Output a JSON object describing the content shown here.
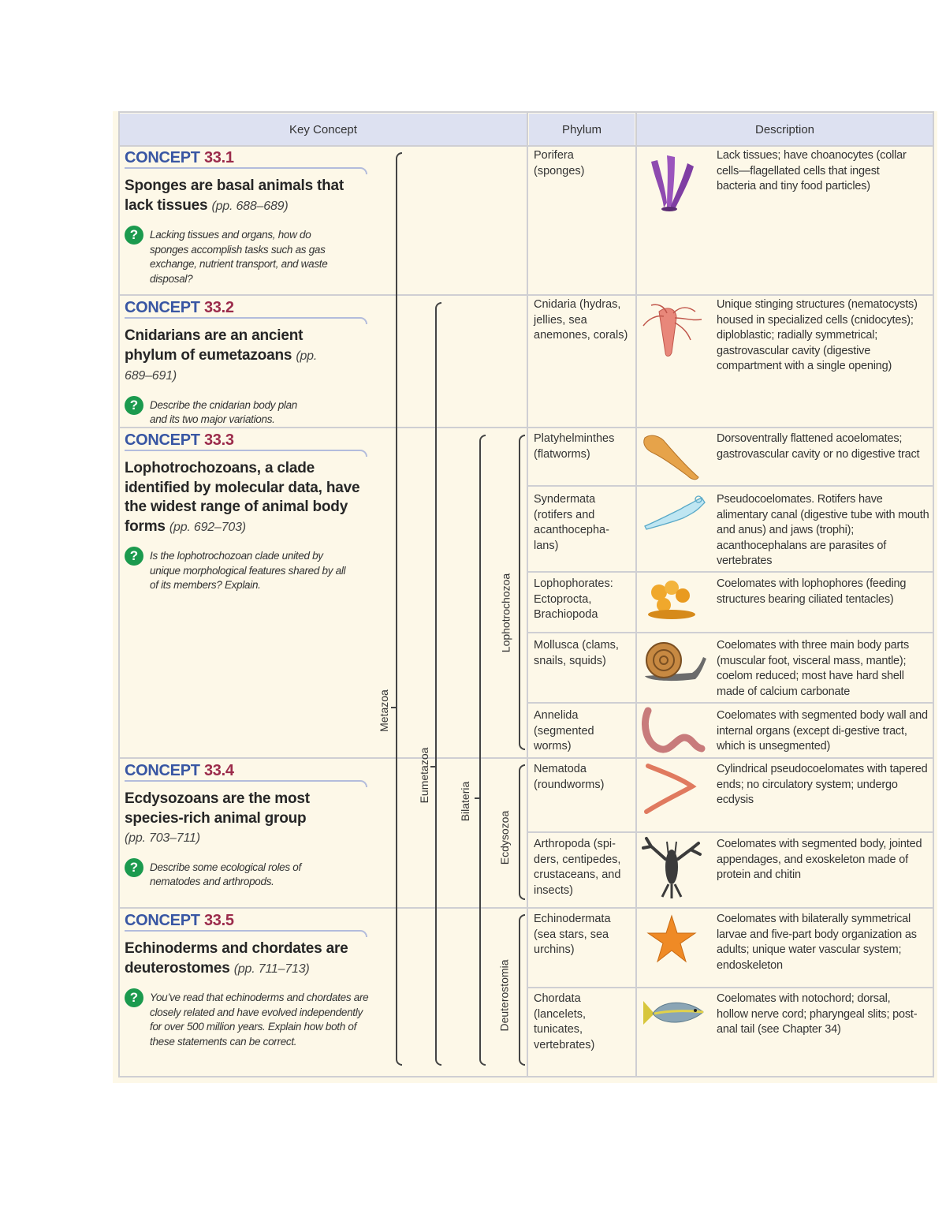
{
  "header": {
    "key_concept": "Key Concept",
    "phylum": "Phylum",
    "description": "Description"
  },
  "concepts": [
    {
      "word": "CONCEPT",
      "num": "33.1",
      "title": "Sponges are basal animals that lack tissues",
      "pages": "(pp. 688–689)",
      "question": "Lacking tissues and organs, how do sponges accomplish tasks such as gas exchange, nutrient transport, and waste disposal?"
    },
    {
      "word": "CONCEPT",
      "num": "33.2",
      "title": "Cnidarians are an ancient phylum of eumetazoans",
      "pages": "(pp. 689–691)",
      "question": "Describe the cnidarian body plan and its two major variations."
    },
    {
      "word": "CONCEPT",
      "num": "33.3",
      "title": "Lophotrochozoans, a clade identified by molecular data, have the widest range of animal body forms",
      "pages": "(pp. 692–703)",
      "question": "Is the lophotrochozoan clade united by unique morphological features shared by all of its members? Explain."
    },
    {
      "word": "CONCEPT",
      "num": "33.4",
      "title": "Ecdysozoans are the most species-rich animal group",
      "pages": "(pp. 703–711)",
      "question": "Describe some ecological roles of nematodes and arthropods."
    },
    {
      "word": "CONCEPT",
      "num": "33.5",
      "title": "Echinoderms and chordates are deuterostomes",
      "pages": "(pp. 711–713)",
      "question": "You’ve read that echinoderms and chordates are closely related and have evolved independently for over 500 million years. Explain how both of these statements can be correct."
    }
  ],
  "question_mark": "?",
  "rows": [
    {
      "phylum": "Porifera (sponges)",
      "description": "Lack tissues; have choanocytes (collar cells—flagellated cells that ingest bacteria and tiny food particles)",
      "icon": "sponge-icon"
    },
    {
      "phylum": "Cnidaria (hydras, jellies, sea anemones, corals)",
      "description": "Unique stinging structures (nematocysts) housed in specialized cells (cnidocytes); diploblastic; radially symmetrical; gastrovascular cavity (digestive compartment with a single opening)",
      "icon": "jellyfish-icon"
    },
    {
      "phylum": "Platyhelminthes (flatworms)",
      "description": "Dorsoventrally flattened acoelomates; gastrovascular cavity or no digestive tract",
      "icon": "flatworm-icon"
    },
    {
      "phylum": "Syndermata (rotifers and acanthocepha-lans)",
      "description": "Pseudocoelomates. Rotifers have alimentary canal (digestive tube with mouth and anus) and jaws (trophi); acanthocephalans are parasites of vertebrates",
      "icon": "rotifer-icon"
    },
    {
      "phylum": "Lophophorates: Ectoprocta, Brachiopoda",
      "description": "Coelomates with lophophores (feeding structures bearing ciliated tentacles)",
      "icon": "bryozoan-icon"
    },
    {
      "phylum": "Mollusca (clams, snails, squids)",
      "description": "Coelomates with three main body parts (muscular foot, visceral mass, mantle); coelom reduced; most have hard shell made of calcium carbonate",
      "icon": "snail-icon"
    },
    {
      "phylum": "Annelida (segmented worms)",
      "description": "Coelomates with segmented body wall and internal organs (except di-gestive tract, which is unsegmented)",
      "icon": "earthworm-icon"
    },
    {
      "phylum": "Nematoda (roundworms)",
      "description": "Cylindrical pseudocoelomates with tapered ends; no circulatory system; undergo ecdysis",
      "icon": "roundworm-icon"
    },
    {
      "phylum": "Arthropoda (spi-ders, centipedes, crustaceans, and insects)",
      "description": "Coelomates with segmented body, jointed appendages, and exoskeleton made of protein and chitin",
      "icon": "lobster-icon"
    },
    {
      "phylum": "Echinodermata (sea stars, sea urchins)",
      "description": "Coelomates with bilaterally symmetrical larvae and five-part body organization as adults; unique water vascular system; endoskeleton",
      "icon": "sea-star-icon"
    },
    {
      "phylum": "Chordata (lancelets, tunicates, vertebrates)",
      "description": "Coelomates with notochord; dorsal, hollow nerve cord; pharyngeal slits; post-anal tail (see Chapter 34)",
      "icon": "fish-icon"
    }
  ],
  "clades": {
    "metazoa": "Metazoa",
    "eumetazoa": "Eumetazoa",
    "bilateria": "Bilateria",
    "lophotrochozoa": "Lophotrochozoa",
    "ecdysozoa": "Ecdysozoa",
    "deuterostomia": "Deuterostomia"
  },
  "colors": {
    "header_bg": "#dde1f1",
    "page_bg": "#fdf8e8",
    "concept_word": "#3856a3",
    "concept_number": "#9b2b4b",
    "question_icon": "#1b9a4e"
  }
}
